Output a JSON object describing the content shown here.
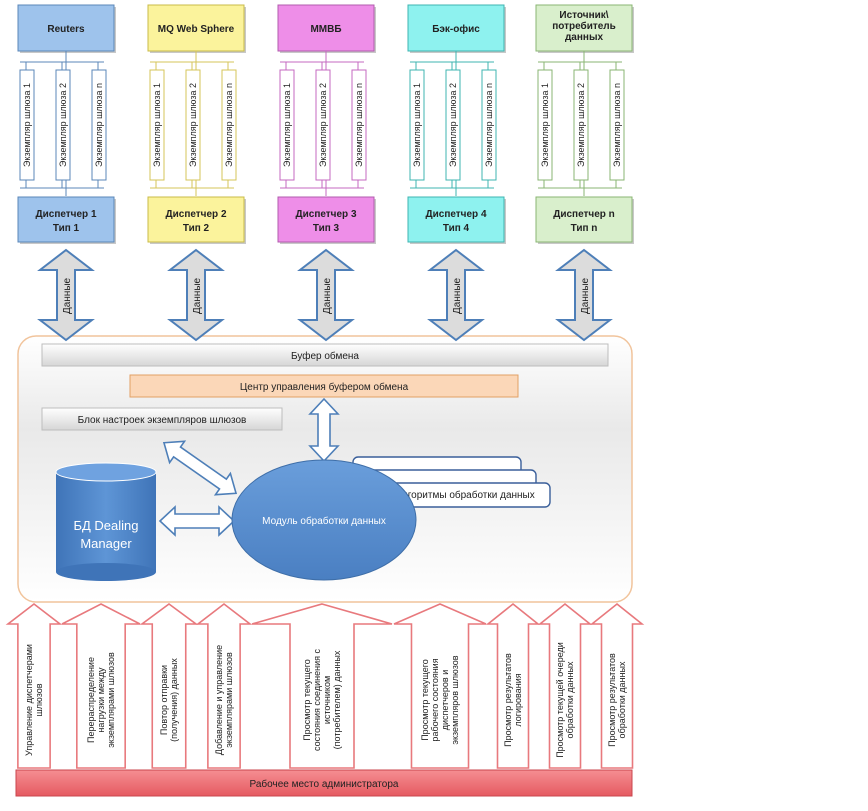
{
  "sources": [
    {
      "name": "Reuters",
      "dispatcher": "Диспетчер 1",
      "type": "Тип 1",
      "fill": "#9ec3ec",
      "stroke": "#5b87b8",
      "light": "#d4e4f6",
      "gw_line": "#5b87b8"
    },
    {
      "name": "MQ Web Sphere",
      "dispatcher": "Диспетчер 2",
      "type": "Тип 2",
      "fill": "#fbf39c",
      "stroke": "#c9bb48",
      "light": "#fffbd8",
      "gw_line": "#d6c45a"
    },
    {
      "name": "ММВБ",
      "dispatcher": "Диспетчер 3",
      "type": "Тип 3",
      "fill": "#ee8ee8",
      "stroke": "#b25cae",
      "light": "#fbddf9",
      "gw_line": "#c46ac0"
    },
    {
      "name": "Бэк-офис",
      "dispatcher": "Диспетчер 4",
      "type": "Тип 4",
      "fill": "#8ef2ef",
      "stroke": "#3fb4b1",
      "light": "#d8fbfa",
      "gw_line": "#3fb4b1"
    },
    {
      "name": "Источник\\ потребитель данных",
      "dispatcher": "Диспетчер n",
      "type": "Тип n",
      "fill": "#d9efcc",
      "stroke": "#8ab673",
      "light": "#eef8e8",
      "gw_line": "#8ab673"
    }
  ],
  "gateway_labels": [
    "Экземпляр шлюза 1",
    "Экземпляр шлюза 2",
    "Экземпляр шлюза n"
  ],
  "data_arrow_label": "Данные",
  "buffer": "Буфер обмена",
  "buffer_control": "Центр управления буфером обмена",
  "gateway_settings": "Блок настроек экземпляров шлюзов",
  "db": "БД Dealing Manager",
  "module": "Модуль обработки данных",
  "algorithms": "Алгоритмы обработки данных",
  "admin_functions": [
    "Управление диспетчерами шлюзов",
    "Перераспределение нагрузки между экземплярами шлюзов",
    "Повтор отправки (получения) данных",
    "Добавление и управление экземплярами шлюзов",
    "Просмотр текущего состояния соединения с источником (потребителем) данных",
    "Просмотр текущего рабочего состояния диспетчеров и экземпляров шлюзов",
    "Просмотр результатов логирования",
    "Просмотр текущей очереди обработки данных",
    "Просмотр результатов обработки данных"
  ],
  "admin_workstation": "Рабочее место администратора",
  "colors": {
    "panel_bg": "#e4e4e4",
    "panel_border": "#f1c49c",
    "orange_bar": "#fbd7b8",
    "orange_border": "#e2a065",
    "ellipse": "#5b8fd0",
    "admin_bar": "#ee6e74",
    "admin_border": "#c9464d",
    "arrow_fill": "#dcdcdc",
    "arrow_stroke": "#4e7fb8",
    "red_arrow": "#e8797d"
  }
}
